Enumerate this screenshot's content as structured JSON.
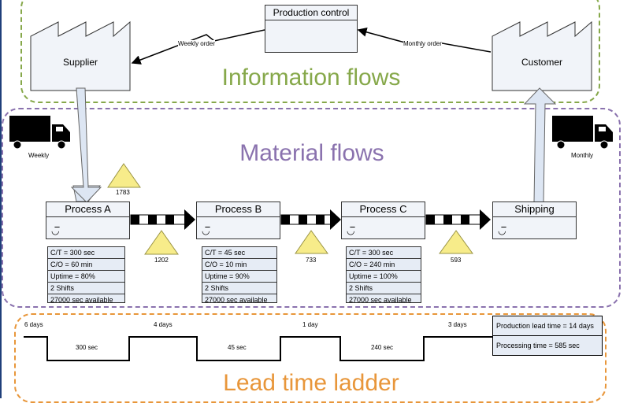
{
  "regions": {
    "information": "Information flows",
    "material": "Material flows",
    "lead": "Lead time ladder"
  },
  "information": {
    "supplier": "Supplier",
    "customer": "Customer",
    "production_control": "Production control",
    "weekly_order": "Weekly order",
    "monthly_order": "Monthly order"
  },
  "material": {
    "weekly": "Weekly",
    "monthly": "Monthly",
    "inventory": [
      "1783",
      "1202",
      "733",
      "593"
    ],
    "processes": [
      {
        "name": "Process A",
        "data": [
          "C/T = 300 sec",
          "C/O = 60 min",
          "Uptime = 80%",
          "2 Shifts",
          "27000 sec available"
        ]
      },
      {
        "name": "Process B",
        "data": [
          "C/T = 45 sec",
          "C/O = 10 min",
          "Uptime = 90%",
          "2 Shifts",
          "27000 sec available"
        ]
      },
      {
        "name": "Process C",
        "data": [
          "C/T = 300 sec",
          "C/O = 240 min",
          "Uptime = 100%",
          "2 Shifts",
          "27000 sec available"
        ]
      }
    ],
    "shipping": "Shipping",
    "operator_glyph": "◡̅"
  },
  "ladder": {
    "waits": [
      "6 days",
      "4 days",
      "1 day",
      "3 days"
    ],
    "processing": [
      "300 sec",
      "45 sec",
      "240 sec"
    ],
    "production_lead_time": "Production lead time = 14 days",
    "processing_time": "Processing time = 585 sec"
  },
  "colors": {
    "info_border": "#86a84a",
    "material_border": "#8a72ae",
    "lead_border": "#e8963a",
    "inventory_fill": "#f7ec8a",
    "box_fill": "#f1f4f9"
  }
}
